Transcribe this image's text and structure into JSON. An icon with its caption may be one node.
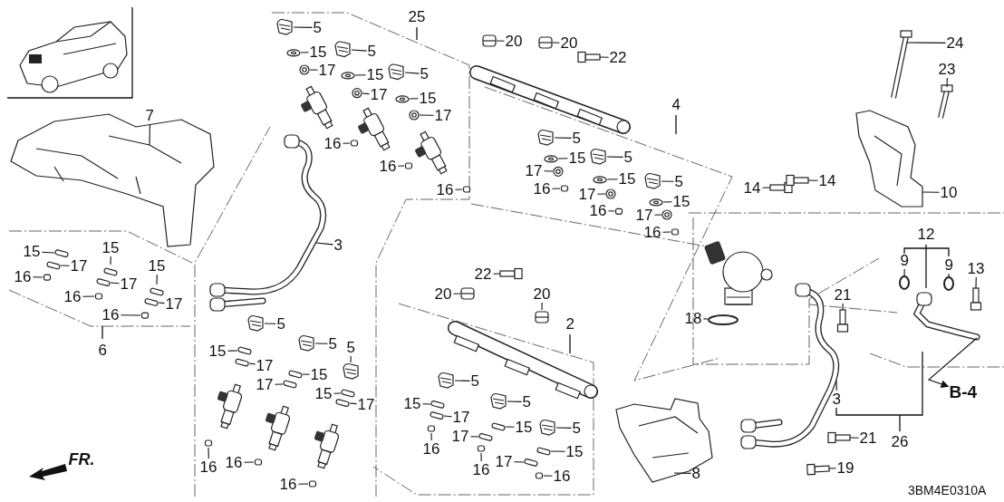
{
  "diagram": {
    "nodes": [
      {
        "text": [
          "5"
        ]
      },
      {
        "text": [
          "15"
        ]
      },
      {
        "text": [
          "5"
        ]
      },
      {
        "text": [
          "17"
        ]
      },
      {
        "text": [
          "15"
        ]
      },
      {
        "text": [
          "5"
        ]
      },
      {
        "text": [
          "17"
        ]
      },
      {
        "text": [
          "15"
        ]
      },
      {
        "text": [
          "17"
        ]
      },
      {
        "text": [
          "7"
        ]
      },
      {
        "text": [
          "16"
        ]
      },
      {
        "text": [
          "16"
        ]
      },
      {
        "text": [
          "16"
        ]
      },
      {
        "text": [
          "20"
        ]
      },
      {
        "text": [
          "20"
        ]
      },
      {
        "text": [
          "22"
        ]
      },
      {
        "text": [
          "24"
        ]
      },
      {
        "text": [
          "23"
        ]
      },
      {
        "text": [
          "5"
        ]
      },
      {
        "text": [
          "15"
        ]
      },
      {
        "text": [
          "5"
        ]
      },
      {
        "text": [
          "17"
        ]
      },
      {
        "text": [
          "15"
        ]
      },
      {
        "text": [
          "16"
        ]
      },
      {
        "text": [
          "17"
        ]
      },
      {
        "text": [
          "5"
        ]
      },
      {
        "text": [
          "14"
        ]
      },
      {
        "text": [
          "14"
        ]
      },
      {
        "text": [
          "10"
        ]
      },
      {
        "text": [
          "15"
        ]
      },
      {
        "text": [
          "16"
        ]
      },
      {
        "text": [
          "17"
        ]
      },
      {
        "text": [
          "16"
        ]
      },
      {
        "text": [
          "3"
        ]
      },
      {
        "text": [
          "15"
        ]
      },
      {
        "text": [
          "15"
        ]
      },
      {
        "text": [
          "17"
        ]
      },
      {
        "text": [
          "15"
        ]
      },
      {
        "text": [
          "9"
        ]
      },
      {
        "text": [
          "9"
        ]
      },
      {
        "text": [
          "13"
        ]
      },
      {
        "text": [
          "16"
        ]
      },
      {
        "text": [
          "22"
        ]
      },
      {
        "text": [
          "17"
        ]
      },
      {
        "text": [
          "21"
        ]
      },
      {
        "text": [
          "20"
        ]
      },
      {
        "text": [
          "20"
        ]
      },
      {
        "text": [
          "16"
        ]
      },
      {
        "text": [
          "17"
        ]
      },
      {
        "text": [
          "16"
        ]
      },
      {
        "text": [
          "18"
        ]
      },
      {
        "text": [
          "5"
        ]
      },
      {
        "text": [
          "5"
        ]
      },
      {
        "text": [
          "5"
        ]
      },
      {
        "text": [
          "15"
        ]
      },
      {
        "text": [
          "17"
        ]
      },
      {
        "text": [
          "15"
        ]
      },
      {
        "text": [
          "5"
        ]
      },
      {
        "text": [
          "17"
        ]
      },
      {
        "text": [
          "15"
        ]
      },
      {
        "text": [
          "3"
        ]
      },
      {
        "text": [
          "5"
        ]
      },
      {
        "text": [
          "15"
        ]
      },
      {
        "text": [
          "17"
        ]
      },
      {
        "text": [
          "17"
        ]
      },
      {
        "text": [
          "15"
        ]
      },
      {
        "text": [
          "5"
        ]
      },
      {
        "text": [
          "17"
        ]
      },
      {
        "text": [
          "21"
        ]
      },
      {
        "text": [
          "16"
        ]
      },
      {
        "text": [
          "15"
        ]
      },
      {
        "text": [
          "B-4"
        ]
      },
      {
        "text": [
          "16"
        ]
      },
      {
        "text": [
          "17"
        ]
      },
      {
        "text": [
          "16"
        ]
      },
      {
        "text": [
          "16"
        ]
      },
      {
        "text": [
          "19"
        ]
      },
      {
        "text": [
          "8"
        ]
      },
      {
        "text": [
          "16"
        ]
      },
      {
        "text": [
          "16"
        ]
      },
      {
        "text": [],
        "shape": "picture"
      },
      {
        "text": [],
        "shape": "picture"
      },
      {
        "text": [],
        "shape": "picture"
      },
      {
        "text": [],
        "shape": "picture"
      },
      {
        "text": [],
        "shape": "picture"
      },
      {
        "text": [],
        "shape": "picture"
      },
      {
        "text": [],
        "shape": "picture"
      },
      {
        "text": [],
        "shape": "picture"
      },
      {
        "text": [],
        "shape": "picture"
      },
      {
        "text": [],
        "shape": "picture"
      },
      {
        "text": [],
        "shape": "box"
      },
      {
        "text": [],
        "shape": "box"
      },
      {
        "text": [],
        "shape": "box"
      },
      {
        "text": [],
        "shape": "picture"
      },
      {
        "text": [],
        "shape": "picture"
      },
      {
        "text": [],
        "shape": "picture"
      },
      {
        "text": [],
        "shape": "picture"
      },
      {
        "text": [],
        "shape": "picture"
      },
      {
        "text": [],
        "shape": "picture"
      },
      {
        "text": [],
        "shape": "picture"
      },
      {
        "text": [],
        "shape": "picture"
      },
      {
        "text": [],
        "shape": "picture"
      },
      {
        "text": [],
        "shape": "picture"
      },
      {
        "text": [],
        "shape": "box"
      },
      {
        "text": [],
        "shape": "picture"
      },
      {
        "text": [],
        "shape": "picture"
      },
      {
        "text": [],
        "shape": "picture"
      },
      {
        "text": [],
        "shape": "picture"
      },
      {
        "text": [],
        "shape": "picture"
      },
      {
        "text": [],
        "shape": "picture"
      },
      {
        "text": [],
        "shape": "box"
      },
      {
        "text": [],
        "shape": "picture"
      },
      {
        "text": [],
        "shape": "box"
      },
      {
        "text": [],
        "shape": "picture"
      },
      {
        "text": [],
        "shape": "box"
      },
      {
        "text": [],
        "shape": "box"
      },
      {
        "text": [],
        "shape": "box"
      },
      {
        "text": [],
        "shape": "box"
      },
      {
        "text": [],
        "shape": "circle"
      },
      {
        "text": [],
        "shape": "circle"
      },
      {
        "text": [],
        "shape": "picture"
      },
      {
        "text": [],
        "shape": "box"
      },
      {
        "text": [],
        "shape": "picture"
      },
      {
        "text": [],
        "shape": "box"
      },
      {
        "text": [],
        "shape": "picture"
      },
      {
        "text": [],
        "shape": "picture"
      },
      {
        "text": [],
        "shape": "picture"
      },
      {
        "text": [],
        "shape": "box"
      },
      {
        "text": [],
        "shape": "box"
      },
      {
        "text": [],
        "shape": "box"
      },
      {
        "text": [],
        "shape": "circle"
      },
      {
        "text": [],
        "shape": "picture"
      },
      {
        "text": [],
        "shape": "picture"
      },
      {
        "text": [],
        "shape": "picture"
      },
      {
        "text": [],
        "shape": "box"
      },
      {
        "text": [],
        "shape": "box"
      },
      {
        "text": [],
        "shape": "box"
      },
      {
        "text": [],
        "shape": "picture"
      },
      {
        "text": [],
        "shape": "box"
      },
      {
        "text": [],
        "shape": "box"
      },
      {
        "text": [],
        "shape": "picture"
      },
      {
        "text": [],
        "shape": "picture"
      },
      {
        "text": [],
        "shape": "box"
      },
      {
        "text": [],
        "shape": "box"
      },
      {
        "text": [],
        "shape": "box"
      },
      {
        "text": [],
        "shape": "box"
      },
      {
        "text": [],
        "shape": "picture"
      },
      {
        "text": [],
        "shape": "box"
      },
      {
        "text": [],
        "shape": "picture"
      },
      {
        "text": [],
        "shape": "box"
      },
      {
        "text": [],
        "shape": "box"
      },
      {
        "text": [],
        "shape": "box"
      },
      {
        "text": [],
        "shape": "box"
      },
      {
        "text": [],
        "shape": "box"
      },
      {
        "text": [],
        "shape": "box"
      },
      {
        "text": [],
        "shape": "picture"
      },
      {
        "text": [],
        "shape": "picture"
      },
      {
        "text": [],
        "shape": "box"
      },
      {
        "text": [],
        "shape": "box"
      },
      {
        "text": [],
        "shape": "picture"
      }
    ],
    "edges": [
      {
        "from": 0,
        "to": 80,
        "arrow": "none"
      },
      {
        "from": 1,
        "to": 81,
        "arrow": "none"
      },
      {
        "from": 2,
        "to": 82,
        "arrow": "none"
      },
      {
        "from": 3,
        "to": 83,
        "arrow": "none"
      },
      {
        "from": 4,
        "to": 84,
        "arrow": "none"
      },
      {
        "from": 5,
        "to": 85,
        "arrow": "none"
      },
      {
        "from": 6,
        "to": 86,
        "arrow": "none"
      },
      {
        "from": 7,
        "to": 87,
        "arrow": "none"
      },
      {
        "from": 8,
        "to": 88,
        "arrow": "none"
      },
      {
        "from": 9,
        "to": 89,
        "arrow": "none"
      },
      {
        "from": 10,
        "to": 90,
        "arrow": "none"
      },
      {
        "from": 11,
        "to": 91,
        "arrow": "none"
      },
      {
        "from": 12,
        "to": 92,
        "arrow": "none"
      },
      {
        "from": 13,
        "to": 93,
        "arrow": "none"
      },
      {
        "from": 14,
        "to": 94,
        "arrow": "none"
      },
      {
        "from": 15,
        "to": 95,
        "arrow": "none"
      },
      {
        "from": 16,
        "to": 96,
        "arrow": "none"
      },
      {
        "from": 17,
        "to": 97,
        "arrow": "none"
      },
      {
        "from": 18,
        "to": 98,
        "arrow": "none"
      },
      {
        "from": 19,
        "to": 99,
        "arrow": "none"
      },
      {
        "from": 20,
        "to": 100,
        "arrow": "none"
      },
      {
        "from": 21,
        "to": 101,
        "arrow": "none"
      },
      {
        "from": 22,
        "to": 102,
        "arrow": "none"
      },
      {
        "from": 23,
        "to": 103,
        "arrow": "none"
      },
      {
        "from": 24,
        "to": 104,
        "arrow": "none"
      },
      {
        "from": 25,
        "to": 105,
        "arrow": "none"
      },
      {
        "from": 26,
        "to": 106,
        "arrow": "none"
      },
      {
        "from": 27,
        "to": 107,
        "arrow": "none"
      },
      {
        "from": 28,
        "to": 108,
        "arrow": "none"
      },
      {
        "from": 29,
        "to": 109,
        "arrow": "none"
      },
      {
        "from": 30,
        "to": 110,
        "arrow": "none"
      },
      {
        "from": 31,
        "to": 111,
        "arrow": "none"
      },
      {
        "from": 32,
        "to": 112,
        "arrow": "none"
      },
      {
        "from": 33,
        "to": 113,
        "arrow": "none"
      },
      {
        "from": 34,
        "to": 114,
        "arrow": "none"
      },
      {
        "from": 35,
        "to": 115,
        "arrow": "none"
      },
      {
        "from": 36,
        "to": 116,
        "arrow": "none"
      },
      {
        "from": 37,
        "to": 117,
        "arrow": "none"
      },
      {
        "from": 38,
        "to": 118,
        "arrow": "none"
      },
      {
        "from": 39,
        "to": 119,
        "arrow": "none"
      },
      {
        "from": 40,
        "to": 120,
        "arrow": "none"
      },
      {
        "from": 41,
        "to": 121,
        "arrow": "none"
      },
      {
        "from": 42,
        "to": 122,
        "arrow": "none"
      },
      {
        "from": 43,
        "to": 123,
        "arrow": "none"
      },
      {
        "from": 44,
        "to": 124,
        "arrow": "none"
      },
      {
        "from": 45,
        "to": 125,
        "arrow": "none"
      },
      {
        "from": 46,
        "to": 126,
        "arrow": "none"
      },
      {
        "from": 47,
        "to": 127,
        "arrow": "none"
      },
      {
        "from": 48,
        "to": 128,
        "arrow": "none"
      },
      {
        "from": 49,
        "to": 129,
        "arrow": "none"
      },
      {
        "from": 50,
        "to": 130,
        "arrow": "none"
      },
      {
        "from": 51,
        "to": 131,
        "arrow": "none"
      },
      {
        "from": 52,
        "to": 132,
        "arrow": "none"
      },
      {
        "from": 53,
        "to": 133,
        "arrow": "none"
      },
      {
        "from": 54,
        "to": 134,
        "arrow": "none"
      },
      {
        "from": 55,
        "to": 135,
        "arrow": "none"
      },
      {
        "from": 56,
        "to": 136,
        "arrow": "none"
      },
      {
        "from": 57,
        "to": 137,
        "arrow": "none"
      },
      {
        "from": 58,
        "to": 138,
        "arrow": "none"
      },
      {
        "from": 59,
        "to": 139,
        "arrow": "none"
      },
      {
        "from": 60,
        "to": 140,
        "arrow": "none"
      },
      {
        "from": 61,
        "to": 141,
        "arrow": "none"
      },
      {
        "from": 62,
        "to": 142,
        "arrow": "none"
      },
      {
        "from": 63,
        "to": 143,
        "arrow": "none"
      },
      {
        "from": 64,
        "to": 144,
        "arrow": "none"
      },
      {
        "from": 65,
        "to": 145,
        "arrow": "none"
      },
      {
        "from": 66,
        "to": 146,
        "arrow": "none"
      },
      {
        "from": 67,
        "to": 147,
        "arrow": "none"
      },
      {
        "from": 68,
        "to": 148,
        "arrow": "none"
      },
      {
        "from": 69,
        "to": 149,
        "arrow": "none"
      },
      {
        "from": 70,
        "to": 150,
        "arrow": "none"
      },
      {
        "from": 159,
        "to": 71,
        "arrow": "to"
      },
      {
        "from": 72,
        "to": 151,
        "arrow": "none"
      },
      {
        "from": 73,
        "to": 152,
        "arrow": "none"
      },
      {
        "from": 74,
        "to": 153,
        "arrow": "none"
      },
      {
        "from": 75,
        "to": 154,
        "arrow": "none"
      },
      {
        "from": 76,
        "to": 155,
        "arrow": "none"
      },
      {
        "from": 77,
        "to": 156,
        "arrow": "none"
      },
      {
        "from": 78,
        "to": 157,
        "arrow": "none"
      },
      {
        "from": 79,
        "to": 158,
        "arrow": "none"
      }
    ],
    "labels": [
      "25",
      "4",
      "12",
      "2",
      "6",
      "26",
      "FR.",
      "3BM4E0310A"
    ]
  }
}
